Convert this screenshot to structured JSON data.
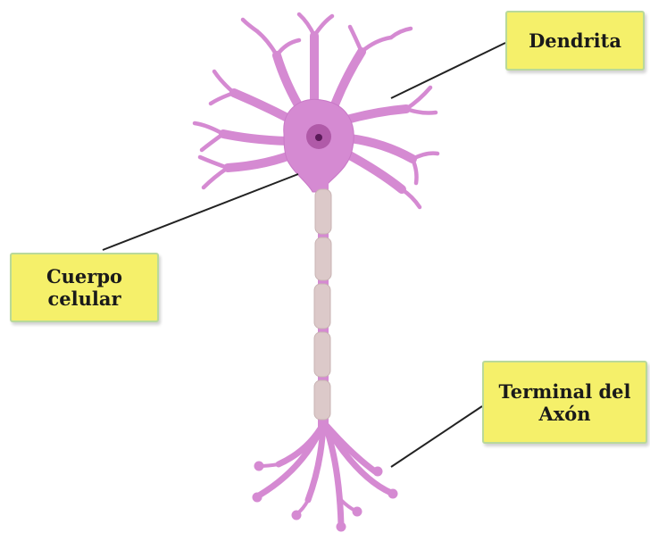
{
  "labels": {
    "dendrita": "Dendrita",
    "cuerpo_line1": "Cuerpo",
    "cuerpo_line2": "celular",
    "terminal_line1": "Terminal del",
    "terminal_line2": "Axón"
  },
  "colors": {
    "neuron_fill": "#d58ad2",
    "neuron_stroke": "#c878c6",
    "nucleus": "#b05aa8",
    "nucleolus": "#5a1a58",
    "myelin": "#dcc9c9",
    "myelin_stroke": "#c9b3b3",
    "label_bg": "#f5f06a",
    "leader_line": "#222222"
  }
}
